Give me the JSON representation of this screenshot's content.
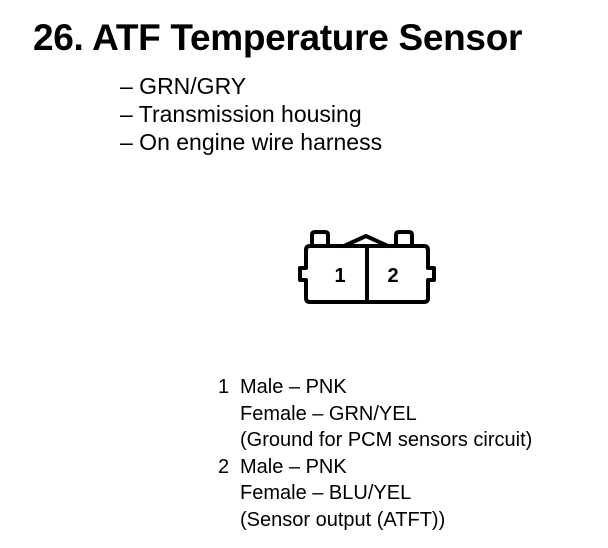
{
  "title": "26. ATF Temperature Sensor",
  "info": [
    "– GRN/GRY",
    "– Transmission housing",
    "– On engine wire harness"
  ],
  "connector": {
    "cavities": [
      "1",
      "2"
    ]
  },
  "pins": [
    {
      "number": "1",
      "male": "Male – PNK",
      "female": "Female – GRN/YEL",
      "note": "(Ground for PCM sensors circuit)"
    },
    {
      "number": "2",
      "male": "Male – PNK",
      "female": "Female – BLU/YEL",
      "note": "(Sensor output (ATFT))"
    }
  ]
}
